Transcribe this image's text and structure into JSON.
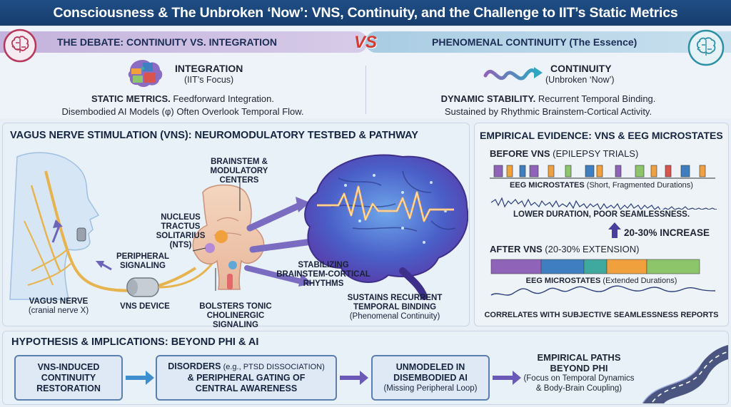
{
  "title": "Consciousness & The Unbroken ‘Now’: VNS, Continuity, and the Challenge to IIT’s Static Metrics",
  "debate": {
    "left_header": "THE DEBATE: CONTINUITY VS. INTEGRATION",
    "vs": "VS",
    "right_header": "PHENOMENAL CONTINUITY (The Essence)",
    "integration": {
      "label": "INTEGRATION",
      "sub": "(IIT’s Focus)",
      "line1_bold": "STATIC METRICS.",
      "line1_rest": " Feedforward Integration.",
      "line2": "Disembodied AI Models (φ) Often Overlook Temporal Flow."
    },
    "continuity": {
      "label": "CONTINUITY",
      "sub": "(Unbroken ‘Now’)",
      "line1_bold": "DYNAMIC STABILITY.",
      "line1_rest": " Recurrent Temporal Binding.",
      "line2": "Sustained by Rhythmic Brainstem-Cortical Activity."
    }
  },
  "vns": {
    "title": "VAGUS NERVE STIMULATION (VNS): NEUROMODULATORY TESTBED & PATHWAY",
    "brainstem": [
      "BRAINSTEM &",
      "MODULATORY CENTERS"
    ],
    "nts": [
      "NUCLEUS",
      "TRACTUS",
      "SOLITARIUS",
      "(NTS)"
    ],
    "peripheral": [
      "PERIPHERAL",
      "SIGNALING"
    ],
    "stabilizing": [
      "STABILIZING",
      "BRAINSTEM-CORTICAL",
      "RHYTHMS"
    ],
    "vagus": "VAGUS NERVE",
    "vagus_sub": "(cranial nerve X)",
    "device": "VNS DEVICE",
    "bolsters": [
      "BOLSTERS TONIC",
      "CHOLINERGIC SIGNALING"
    ],
    "sustains": [
      "SUSTAINS RECURRENT",
      "TEMPORAL BINDING"
    ],
    "sustains_sub": "(Phenomenal Continuity)"
  },
  "evidence": {
    "title": "EMPIRICAL EVIDENCE: VNS & EEG MICROSTATES",
    "before_bold": "BEFORE VNS",
    "before_rest": " (EPILEPSY TRIALS)",
    "eeg1_bold": "EEG MICROSTATES",
    "eeg1_rest": " (Short, Fragmented Durations)",
    "lower": "LOWER DURATION, POOR SEAMLESSNESS.",
    "increase": "20-30% INCREASE",
    "after_bold": "AFTER VNS",
    "after_rest": " (20-30% EXTENSION)",
    "eeg2_bold": "EEG MICROSTATES",
    "eeg2_rest": " (Extended Durations)",
    "correlates": "CORRELATES WITH SUBJECTIVE SEAMLESSNESS REPORTS",
    "colors": {
      "purple": "#8e63b8",
      "blue": "#3f7fc1",
      "teal": "#3fa9a0",
      "orange": "#f0a03c",
      "green": "#8cc56a",
      "red": "#d9534f"
    }
  },
  "hypothesis": {
    "title": "HYPOTHESIS & IMPLICATIONS: BEYOND PHI & AI",
    "box1": [
      "VNS-INDUCED",
      "CONTINUITY",
      "RESTORATION"
    ],
    "box2_bold": "DISORDERS",
    "box2_small": " (e.g., PTSD DISSOCIATION)",
    "box2_lines": [
      "& PERIPHERAL GATING OF",
      "CENTRAL AWARENESS"
    ],
    "box3": [
      "UNMODELED IN",
      "DISEMBODIED AI"
    ],
    "box3_sub": "(Missing Peripheral Loop)",
    "final": [
      "EMPIRICAL PATHS",
      "BEYOND PHI"
    ],
    "final_sub": [
      "(Focus on Temporal Dynamics",
      "& Body-Brain Coupling)"
    ]
  },
  "icons": [
    "brain-circuit-icon",
    "puzzle-brain-icon",
    "wave-arrow-icon",
    "road-icon"
  ]
}
